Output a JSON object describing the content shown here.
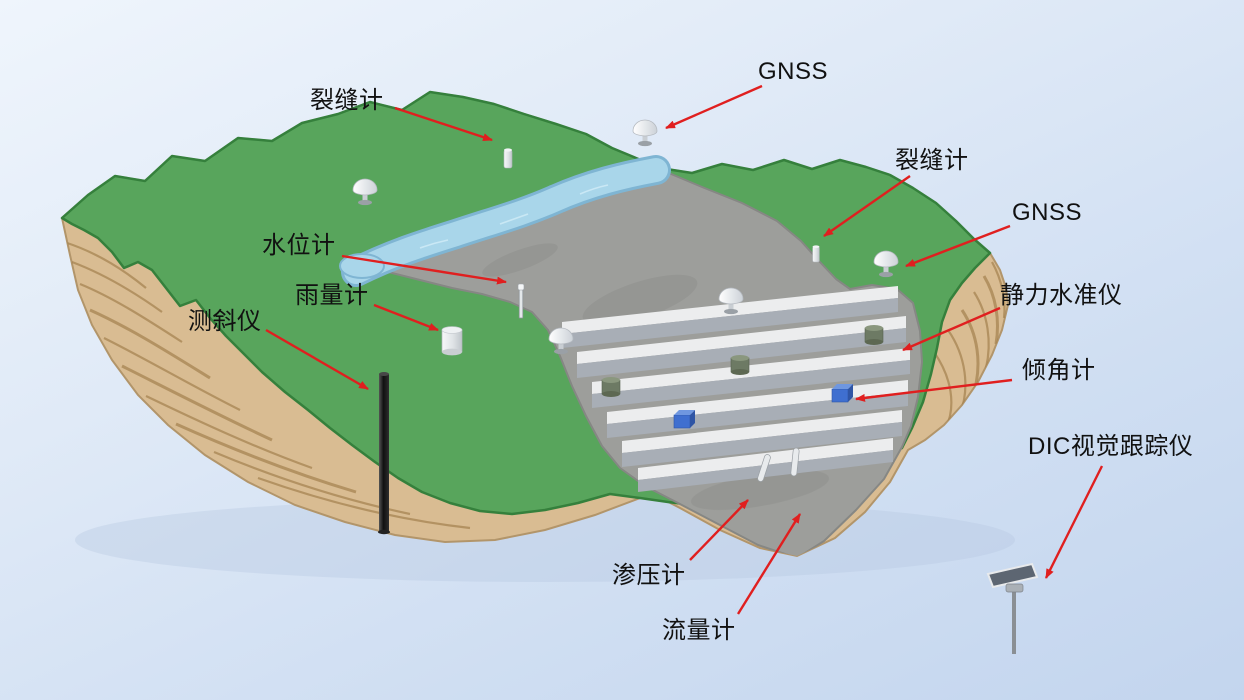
{
  "colors": {
    "background_top": "#eff5fc",
    "background_bottom": "#c3d5ee",
    "grass": "#58a55c",
    "grass_edge": "#35803c",
    "soil": "#d9bc92",
    "soil_layer_line": "#a3814f",
    "landslide_gray": "#9d9e9b",
    "river_blue": "#a9d6ea",
    "river_edge": "#7fb5d3",
    "terrace_white": "#ecedee",
    "terrace_riser": "#a8aeb6",
    "arrow": "#e01f1f",
    "label_text": "#111111"
  },
  "labels": {
    "crack_gauge_left": "裂缝计",
    "gnss_top": "GNSS",
    "crack_gauge_right": "裂缝计",
    "gnss_right": "GNSS",
    "water_level_gauge": "水位计",
    "rain_gauge": "雨量计",
    "inclinometer": "测斜仪",
    "hydrostatic_level": "静力水准仪",
    "tiltmeter": "倾角计",
    "dic_tracker": "DIC视觉跟踪仪",
    "piezometer": "渗压计",
    "flow_meter": "流量计"
  }
}
